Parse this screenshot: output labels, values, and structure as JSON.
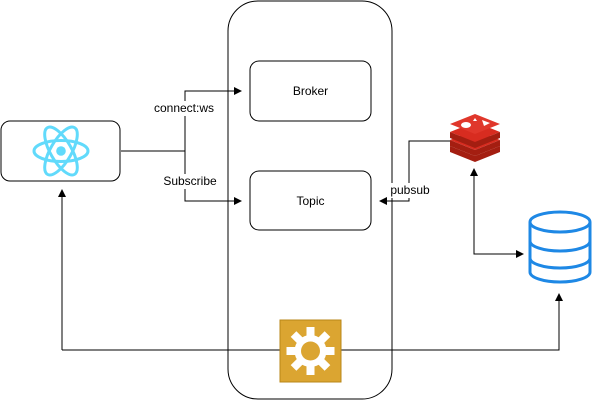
{
  "nodes": {
    "broker": {
      "label": "Broker"
    },
    "topic": {
      "label": "Topic"
    }
  },
  "edges": {
    "connect": {
      "label": "connect:ws"
    },
    "subscribe": {
      "label": "Subscribe"
    },
    "pubsub": {
      "label": "pubsub"
    }
  },
  "icons": {
    "client": "react-icon",
    "cache": "redis-icon",
    "database": "database-icon",
    "worker": "gear-icon"
  },
  "colors": {
    "react": "#61dafb",
    "redis": "#c6302b",
    "redis_dark": "#a41e11",
    "database": "#1e88e5",
    "worker_fill": "#dba531",
    "worker_stroke": "#ffffff"
  }
}
